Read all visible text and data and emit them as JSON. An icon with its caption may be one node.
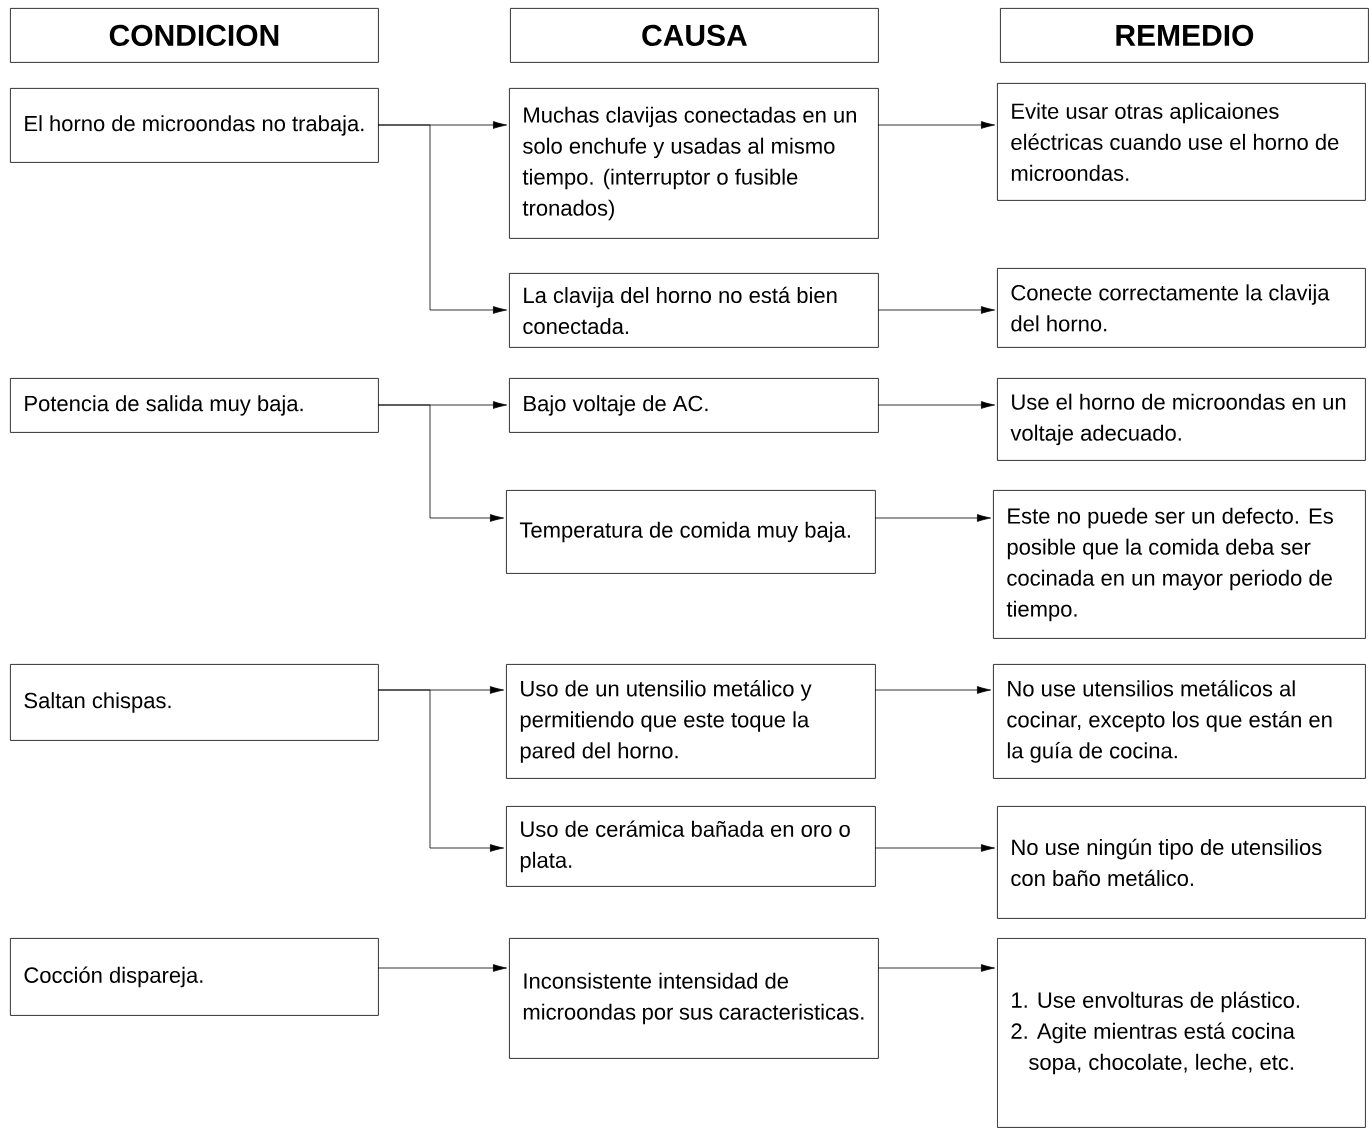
{
  "diagram": {
    "nodes": [
      {
        "text": [
          "CONDICION"
        ]
      },
      {
        "text": [
          "CAUSA"
        ]
      },
      {
        "text": [
          "REMEDIO"
        ]
      },
      {
        "text": [
          "El horno de microondas no trabaja."
        ]
      },
      {
        "text": [
          "Muchas clavijas conectadas en un solo enchufe y usadas al mismo tiempo. (interruptor o fusible tronados)"
        ]
      },
      {
        "text": [
          "Evite usar otras aplicaiones eléctricas cuando use el horno de microondas."
        ]
      },
      {
        "text": [
          "La clavija del horno no está bien conectada."
        ]
      },
      {
        "text": [
          "Conecte correctamente la clavija del horno."
        ]
      },
      {
        "text": [
          "Potencia de salida muy baja."
        ]
      },
      {
        "text": [
          "Bajo voltaje de AC."
        ]
      },
      {
        "text": [
          "Use el horno de microondas en un voltaje adecuado."
        ]
      },
      {
        "text": [
          "Temperatura de comida muy baja."
        ]
      },
      {
        "text": [
          "Este no puede ser un defecto. Es posible que la comida deba ser cocinada en un mayor periodo de tiempo."
        ]
      },
      {
        "text": [
          "Saltan chispas."
        ]
      },
      {
        "text": [
          "Uso de un utensilio metálico y permitiendo que este toque la pared del horno."
        ]
      },
      {
        "text": [
          "No use utensilios metálicos al cocinar, excepto los que están en la guía de cocina."
        ]
      },
      {
        "text": [
          "Uso de cerámica bañada en oro o plata."
        ]
      },
      {
        "text": [
          "No use ningún tipo de utensilios con baño metálico."
        ]
      },
      {
        "text": [
          "Cocción dispareja."
        ]
      },
      {
        "text": [
          "Inconsistente intensidad de microondas por sus caracteristicas."
        ]
      },
      {
        "text": [
          "1. Use envolturas de plástico.",
          "2. Agite mientras está cocina sopa, chocolate, leche, etc."
        ]
      }
    ],
    "edges": [
      {
        "from": 3,
        "to": 4,
        "arrow": "to"
      },
      {
        "from": 3,
        "to": 6,
        "arrow": "to"
      },
      {
        "from": 4,
        "to": 5,
        "arrow": "to"
      },
      {
        "from": 6,
        "to": 7,
        "arrow": "to"
      },
      {
        "from": 8,
        "to": 9,
        "arrow": "to"
      },
      {
        "from": 8,
        "to": 11,
        "arrow": "to"
      },
      {
        "from": 9,
        "to": 10,
        "arrow": "to"
      },
      {
        "from": 11,
        "to": 12,
        "arrow": "to"
      },
      {
        "from": 13,
        "to": 14,
        "arrow": "to"
      },
      {
        "from": 13,
        "to": 16,
        "arrow": "to"
      },
      {
        "from": 14,
        "to": 15,
        "arrow": "to"
      },
      {
        "from": 16,
        "to": 17,
        "arrow": "to"
      },
      {
        "from": 18,
        "to": 19,
        "arrow": "to"
      },
      {
        "from": 19,
        "to": 20,
        "arrow": "to"
      }
    ]
  }
}
